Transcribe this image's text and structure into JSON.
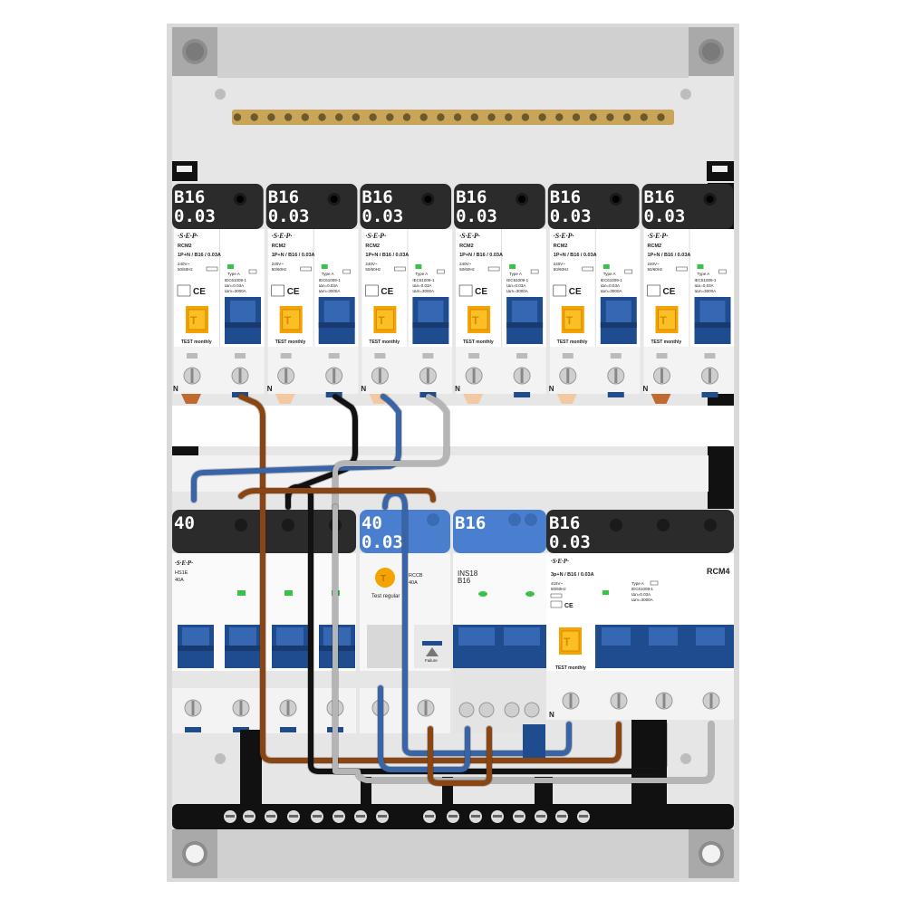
{
  "top_row": [
    {
      "rating": "B16",
      "sensitivity": "0.03",
      "brand": "·S·E·P·",
      "model": "RCM2",
      "spec": "1P+N / B16 / 0.03A",
      "voltage": "240V~",
      "freq": "50/60Hz",
      "type": "Type A",
      "standard": "IEC61009-1",
      "idn": "IΔn=0.03A",
      "icn": "IΔm=3000A",
      "test": "TEST monthly"
    },
    {
      "rating": "B16",
      "sensitivity": "0.03",
      "brand": "·S·E·P·",
      "model": "RCM2",
      "spec": "1P+N / B16 / 0.03A",
      "voltage": "240V~",
      "freq": "50/60Hz",
      "type": "Type A",
      "standard": "IEC61009-1",
      "idn": "IΔn=0.03A",
      "icn": "IΔm=3000A",
      "test": "TEST monthly"
    },
    {
      "rating": "B16",
      "sensitivity": "0.03",
      "brand": "·S·E·P·",
      "model": "RCM2",
      "spec": "1P+N / B16 / 0.03A",
      "voltage": "240V~",
      "freq": "50/60Hz",
      "type": "Type A",
      "standard": "IEC61009-1",
      "idn": "IΔn=0.03A",
      "icn": "IΔm=3000A",
      "test": "TEST monthly"
    },
    {
      "rating": "B16",
      "sensitivity": "0.03",
      "brand": "·S·E·P·",
      "model": "RCM2",
      "spec": "1P+N / B16 / 0.03A",
      "voltage": "240V~",
      "freq": "50/60Hz",
      "type": "Type A",
      "standard": "IEC61009-1",
      "idn": "IΔn=0.03A",
      "icn": "IΔm=3000A",
      "test": "TEST monthly"
    },
    {
      "rating": "B16",
      "sensitivity": "0.03",
      "brand": "·S·E·P·",
      "model": "RCM2",
      "spec": "1P+N / B16 / 0.03A",
      "voltage": "240V~",
      "freq": "50/60Hz",
      "type": "Type A",
      "standard": "IEC61009-1",
      "idn": "IΔn=0.03A",
      "icn": "IΔm=3000A",
      "test": "TEST monthly"
    },
    {
      "rating": "B16",
      "sensitivity": "0.03",
      "brand": "·S·E·P·",
      "model": "RCM2",
      "spec": "1P+N / B16 / 0.03A",
      "voltage": "240V~",
      "freq": "50/60Hz",
      "type": "Type A",
      "standard": "IEC61009-1",
      "idn": "IΔn=0.03A",
      "icn": "IΔm=3000A",
      "test": "TEST monthly"
    }
  ],
  "neutral_mark": "N",
  "bottom": {
    "isolator": {
      "rating": "40",
      "brand": "·S·E·P·",
      "model": "HS1E",
      "amps": "40A"
    },
    "rcbo": {
      "rating": "40",
      "sensitivity": "0.03",
      "model": "RCCB",
      "amps": "40A",
      "test": "Test regular"
    },
    "ins": {
      "rating": "B16",
      "model": "INS18",
      "amps": "B16"
    },
    "rcm": {
      "rating": "B16",
      "sensitivity": "0.03",
      "brand": "·S·E·P·",
      "spec": "3p+N / B16 / 0.03A",
      "voltage": "415V~",
      "freq": "50/60Hz",
      "type": "Type A",
      "standard": "IEC61009-1",
      "idn": "IΔn=0.03A",
      "icn": "IΔm=3000A",
      "test": "TEST monthly",
      "name": "RCM4"
    },
    "failure_label": "Failure"
  },
  "colors": {
    "brown": "#8B4513",
    "black": "#111111",
    "grey": "#b5b5b5",
    "blue": "#3a64a8",
    "label_dark": "#2b2b2b",
    "label_blue": "#4a7fd0",
    "handle": "#1f4c8f",
    "test_button": "#f4a300",
    "enclosure": "#e6e6e6"
  }
}
